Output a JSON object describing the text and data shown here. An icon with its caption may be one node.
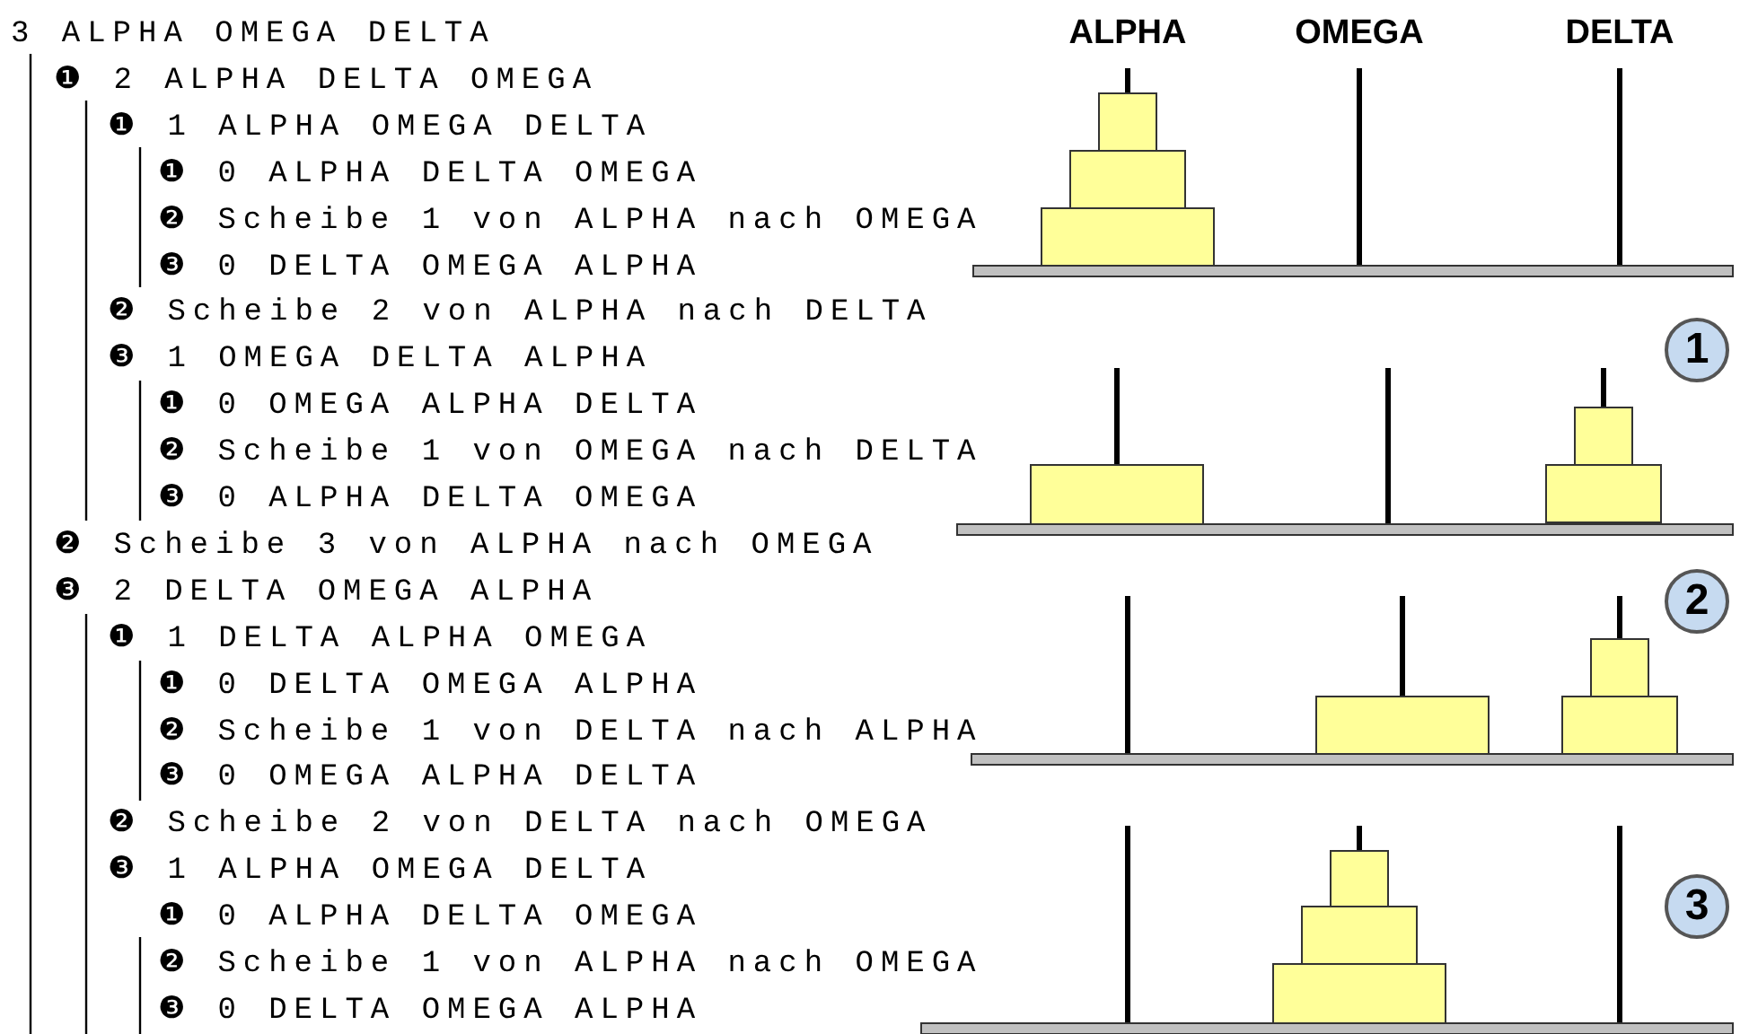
{
  "diagram": {
    "nodes": [
      {
        "text": [
          "1"
        ]
      },
      {
        "text": [
          "2"
        ]
      },
      {
        "text": [
          "3"
        ]
      }
    ],
    "labels": [
      "3 ALPHA OMEGA DELTA",
      "ALPHA",
      "OMEGA",
      "DELTA",
      "❶ 2 ALPHA DELTA OMEGA",
      "❶ 1 ALPHA OMEGA DELTA",
      "❶ 0 ALPHA DELTA OMEGA",
      "❷ Scheibe 1 von ALPHA nach OMEGA",
      "❸ 0 DELTA OMEGA ALPHA",
      "❷ Scheibe 2 von ALPHA nach DELTA",
      "❸ 1 OMEGA DELTA ALPHA",
      "❶ 0 OMEGA ALPHA DELTA",
      "❷ Scheibe 1 von OMEGA nach DELTA",
      "❸ 0 ALPHA DELTA OMEGA",
      "❷ Scheibe 3 von ALPHA nach OMEGA",
      "❸ 2 DELTA OMEGA ALPHA",
      "❶ 1 DELTA ALPHA OMEGA",
      "❶ 0 DELTA OMEGA ALPHA",
      "❷ Scheibe 1 von DELTA nach ALPHA",
      "❸ 0 OMEGA ALPHA DELTA",
      "❷ Scheibe 2 von DELTA nach OMEGA",
      "❸ 1 ALPHA OMEGA DELTA",
      "❶ 0 ALPHA DELTA OMEGA",
      "❷ Scheibe 1 von ALPHA nach OMEGA",
      "❸ 0 DELTA OMEGA ALPHA"
    ]
  }
}
